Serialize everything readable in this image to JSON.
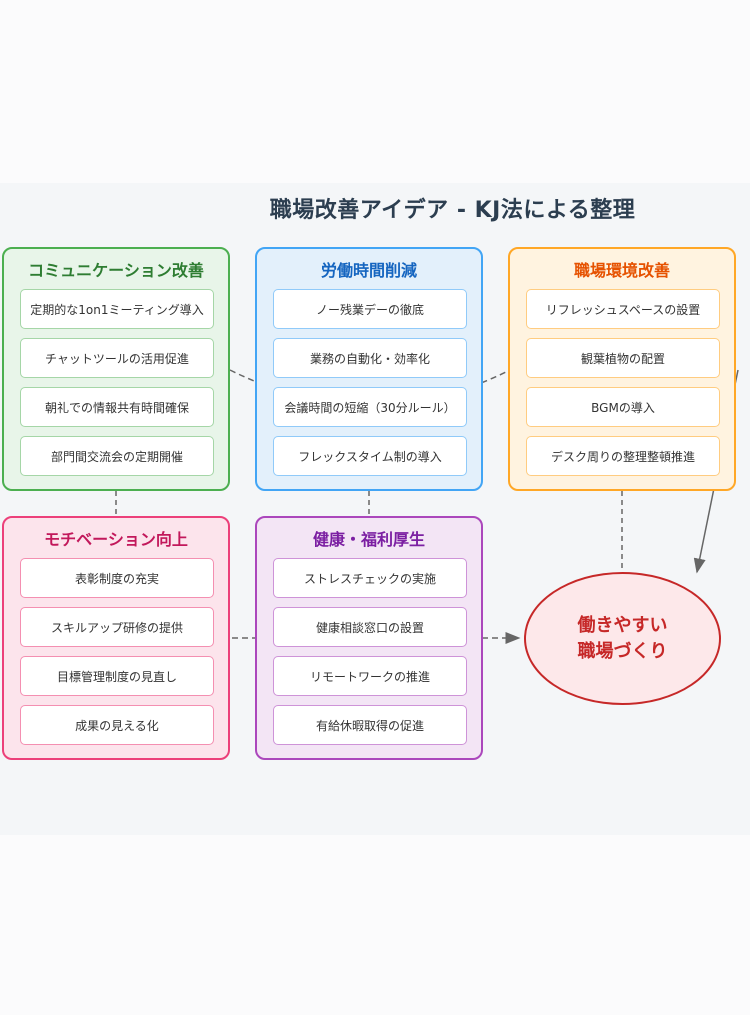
{
  "title": "職場改善アイデア - KJ法による整理",
  "groups": [
    {
      "title": "コミュニケーション改善",
      "items": [
        "定期的な1on1ミーティング導入",
        "チャットツールの活用促進",
        "朝礼での情報共有時間確保",
        "部門間交流会の定期開催"
      ]
    },
    {
      "title": "労働時間削減",
      "items": [
        "ノー残業デーの徹底",
        "業務の自動化・効率化",
        "会議時間の短縮（30分ルール）",
        "フレックスタイム制の導入"
      ]
    },
    {
      "title": "職場環境改善",
      "items": [
        "リフレッシュスペースの設置",
        "観葉植物の配置",
        "BGMの導入",
        "デスク周りの整理整頓推進"
      ]
    },
    {
      "title": "モチベーション向上",
      "items": [
        "表彰制度の充実",
        "スキルアップ研修の提供",
        "目標管理制度の見直し",
        "成果の見える化"
      ]
    },
    {
      "title": "健康・福利厚生",
      "items": [
        "ストレスチェックの実施",
        "健康相談窓口の設置",
        "リモートワークの推進",
        "有給休暇取得の促進"
      ]
    }
  ],
  "goal": {
    "line1": "働きやすい",
    "line2": "職場づくり"
  },
  "colors": {
    "communication": "#4caf50",
    "labor": "#42a5f5",
    "environment": "#ffa726",
    "motivation": "#ec407a",
    "health": "#ab47bc",
    "goal": "#c62828",
    "connector": "#666666"
  }
}
